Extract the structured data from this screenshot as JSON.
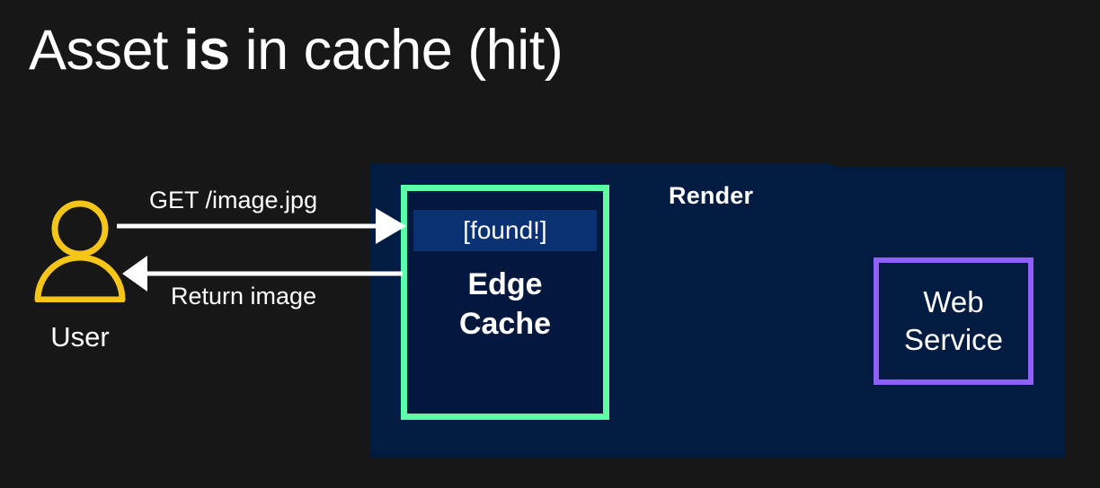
{
  "slide": {
    "title_prefix": "Asset ",
    "title_emphasis": "is",
    "title_suffix": " in cache (hit)",
    "background_color": "#171717"
  },
  "actor": {
    "icon": "user-icon",
    "label": "User",
    "color": "#F5C518"
  },
  "flows": [
    {
      "name": "request",
      "label": "GET /image.jpg",
      "direction": "right",
      "from": "User",
      "to": "Edge Cache",
      "color": "#FFFFFF"
    },
    {
      "name": "response",
      "label": "Return image",
      "direction": "left",
      "from": "Edge Cache",
      "to": "User",
      "color": "#FFFFFF"
    }
  ],
  "platform": {
    "label": "Render",
    "fill_color": "#021B41"
  },
  "edge_cache": {
    "status_label": "[found!]",
    "title": "Edge\nCache",
    "border_color": "#5CFCA8",
    "fill_color": "#04173C",
    "status_band_color": "#0A3272"
  },
  "web_service": {
    "title": "Web\nService",
    "border_color": "#9061F9",
    "fill_color": "#021B41"
  }
}
